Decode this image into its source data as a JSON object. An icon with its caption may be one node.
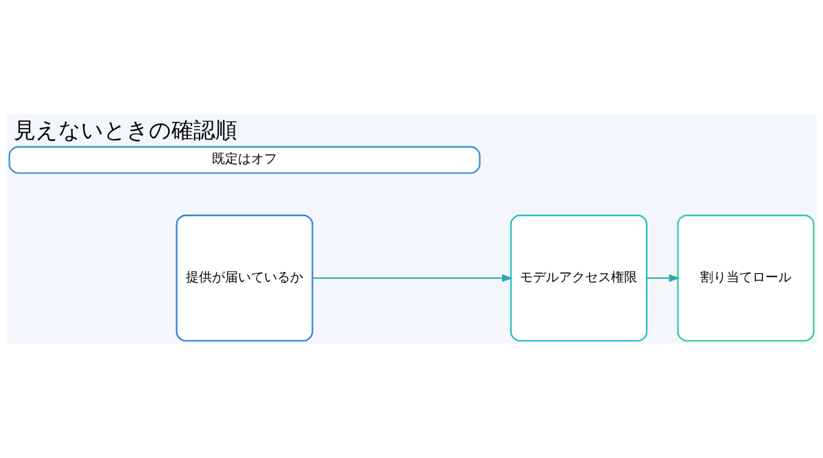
{
  "diagram": {
    "title": "見えないときの確認順",
    "nodes": [
      {
        "text": [
          "提供が届いているか"
        ]
      },
      {
        "text": [
          "モデルアクセス権限"
        ]
      },
      {
        "text": [
          "割り当てロール"
        ]
      },
      {
        "text": [
          "既定はオフ"
        ]
      }
    ],
    "edges": [
      {
        "from": 0,
        "to": 1,
        "arrow": "to"
      },
      {
        "from": 1,
        "to": 2,
        "arrow": "to"
      }
    ]
  }
}
